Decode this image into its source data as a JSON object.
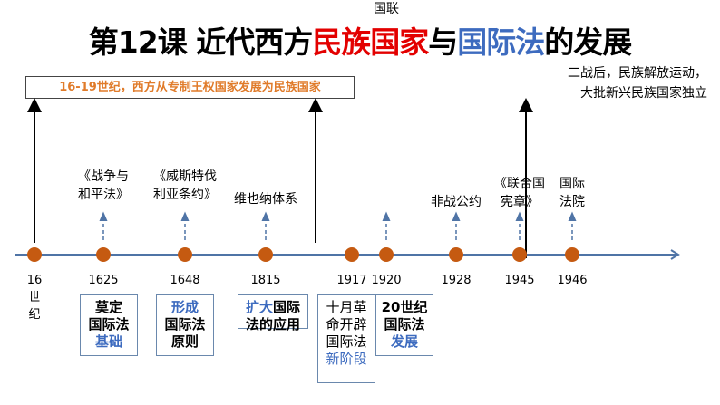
{
  "title": {
    "prefix": "第12课  近代西方",
    "red": "民族国家",
    "mid": "与",
    "blue": "国际法",
    "suffix": "的发展"
  },
  "top_box": "16-19世纪，西方从专制王权国家发展为民族国家",
  "note": {
    "line1": "二战后，民族解放运动，",
    "line2": "大批新兴民族国家独立"
  },
  "events": [
    {
      "year": "16",
      "year2": "世",
      "year3": "纪"
    },
    {
      "year": "1625",
      "above": [
        "《战争与",
        "和平法》"
      ],
      "box": [
        [
          "莫定",
          "b"
        ],
        [
          "国际法",
          "b"
        ],
        [
          "基础",
          "blue"
        ]
      ]
    },
    {
      "year": "1648",
      "above": [
        "《威斯特伐",
        "利亚条约》"
      ],
      "box": [
        [
          "形成",
          "blue"
        ],
        [
          "国际法",
          "b"
        ],
        [
          "原则",
          "b"
        ]
      ]
    },
    {
      "year": "1815",
      "above": [
        "维也纳体系"
      ],
      "box_a": "扩大",
      "box_b": "国际",
      "box_c": "法的应用"
    },
    {
      "year": "1917",
      "box": [
        [
          "十月革",
          "b"
        ],
        [
          "命开辟",
          "b"
        ],
        [
          "国际法",
          "b"
        ],
        [
          "新阶段",
          "blue"
        ]
      ]
    },
    {
      "year": "1920",
      "above": [
        "国联"
      ],
      "box": [
        [
          "20世纪",
          "b"
        ],
        [
          "国际法",
          "b"
        ],
        [
          "发展",
          "blue"
        ]
      ]
    },
    {
      "year": "1928",
      "above": [
        "非战公约"
      ]
    },
    {
      "year": "1945",
      "above": [
        "《联合国",
        "宪章》"
      ]
    },
    {
      "year": "1946",
      "above": [
        "国际",
        "法院"
      ]
    }
  ],
  "colors": {
    "dot": "#c55a11",
    "axis": "#4f74a6",
    "orange": "#e07b2a",
    "red": "#e30000",
    "blue": "#3d6bbf"
  }
}
